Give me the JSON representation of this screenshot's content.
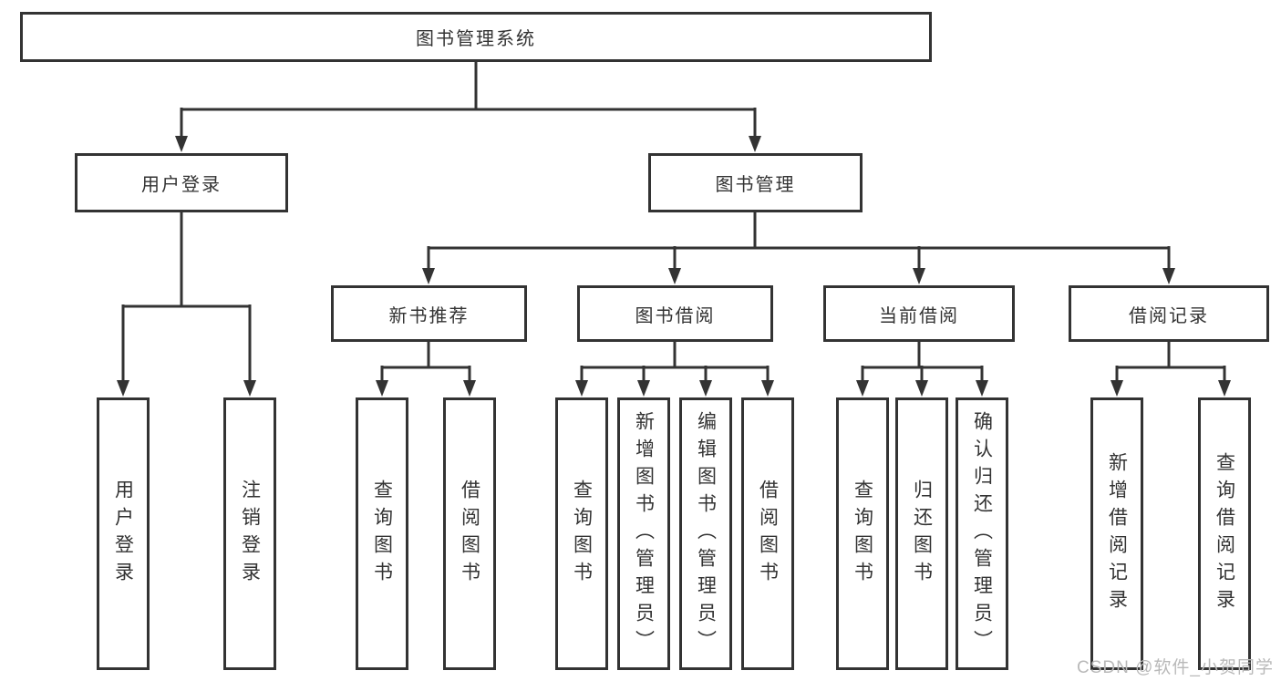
{
  "diagram": {
    "root": {
      "label": "图书管理系统"
    },
    "level2": [
      {
        "label": "用户登录"
      },
      {
        "label": "图书管理"
      }
    ],
    "level3": [
      {
        "label": "新书推荐"
      },
      {
        "label": "图书借阅"
      },
      {
        "label": "当前借阅"
      },
      {
        "label": "借阅记录"
      }
    ],
    "leaves": {
      "user_login": [
        "用户登录",
        "注销登录"
      ],
      "new_book": [
        "查询图书",
        "借阅图书"
      ],
      "book_borrowing": [
        "查询图书",
        "新增图书（管理员）",
        "编辑图书（管理员）",
        "借阅图书"
      ],
      "current_borrowing": [
        "查询图书",
        "归还图书",
        "确认归还（管理员）"
      ],
      "borrowing_records": [
        "新增借阅记录",
        "查询借阅记录"
      ]
    }
  },
  "watermark": {
    "text": "CSDN @软件_小贺同学"
  },
  "colors": {
    "line": "#333333",
    "box_border": "#333333",
    "text": "#333333",
    "watermark": "#b9b9b9",
    "background": "#ffffff"
  }
}
